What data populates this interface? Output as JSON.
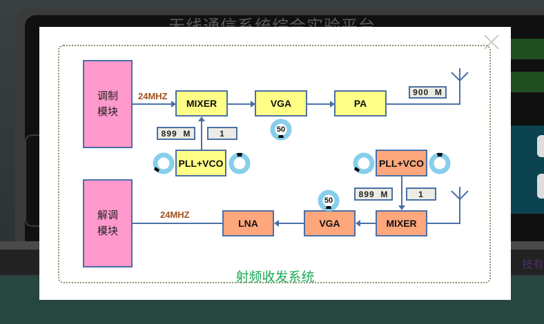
{
  "background": {
    "app_title": "无线通信系统综合实验平台",
    "footer_text": "技有"
  },
  "modal": {
    "close_label": "close",
    "system_title": "射频收发系统",
    "transmitter": {
      "source_block": "调制\n模块",
      "source_lines": [
        "调制",
        "模块"
      ],
      "input_freq": "24MHZ",
      "mixer": "MIXER",
      "vga": "VGA",
      "pa": "PA",
      "output_freq": "900  M",
      "pll": "PLL+VCO",
      "pll_freq": "899  M",
      "pll_divider": "1",
      "vga_gain": "50"
    },
    "receiver": {
      "sink_lines": [
        "解调",
        "模块"
      ],
      "output_freq": "24MHZ",
      "lna": "LNA",
      "vga": "VGA",
      "mixer": "MIXER",
      "pll": "PLL+VCO",
      "pll_freq": "899  M",
      "pll_divider": "1",
      "vga_gain": "50"
    }
  },
  "colors": {
    "tx_block": "#ffff88",
    "rx_block": "#ffa77c",
    "module_block": "#ff99cc",
    "knob_ring": "#87ceeb",
    "freq_label": "#a0501a",
    "system_title": "#1aaa55",
    "connector": "#4a6fa5"
  }
}
